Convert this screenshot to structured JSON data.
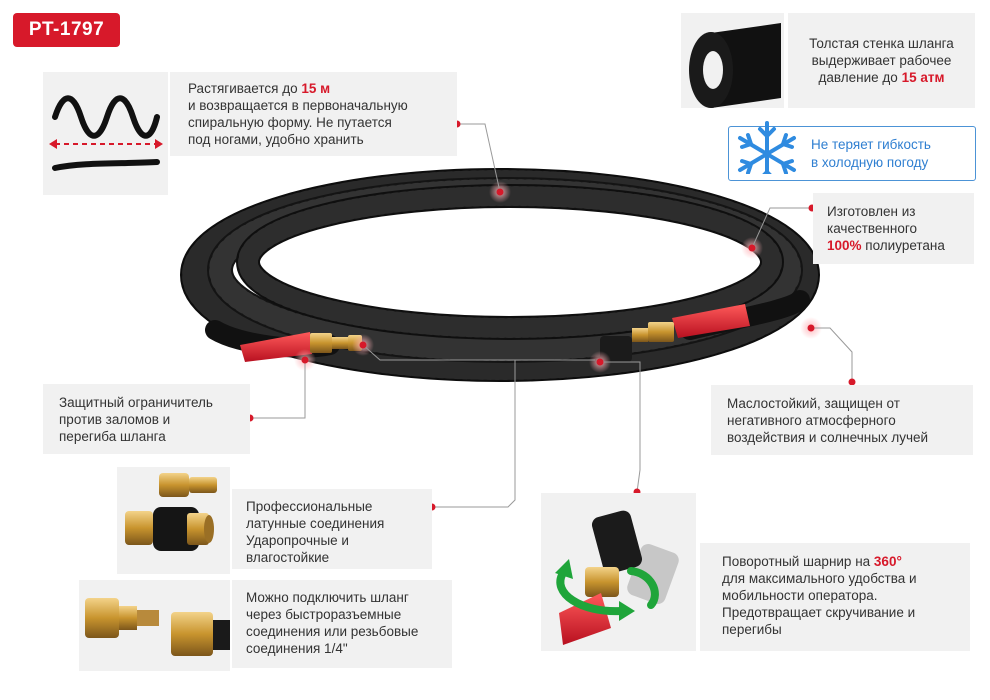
{
  "badge": {
    "label": "PT-1797"
  },
  "stretch": {
    "line1_pre": "Растягивается до ",
    "line1_hl": "15 м",
    "line2": "и возвращается в первоначальную",
    "line3": "спиральную форму. Не путается",
    "line4": "под ногами, удобно хранить"
  },
  "wall": {
    "line1": "Толстая стенка шланга",
    "line2": "выдерживает рабочее",
    "line3_pre": "давление до ",
    "line3_hl": "15 атм"
  },
  "cold": {
    "line1": "Не теряет гибкость",
    "line2": "в холодную погоду"
  },
  "material": {
    "line1": "Изготовлен из",
    "line2": "качественного",
    "line3_hl": "100%",
    "line3_post": " полиуретана"
  },
  "oil": {
    "line1": "Маслостойкий, защищен от",
    "line2": "негативного атмосферного",
    "line3": "воздействия и солнечных лучей"
  },
  "guard": {
    "line1": "Защитный ограничитель",
    "line2": "против заломов и",
    "line3": "перегиба шланга"
  },
  "brass": {
    "line1": "Профессиональные",
    "line2": "латунные соединения",
    "line3": "Ударопрочные и",
    "line4": "влагостойкие"
  },
  "connect": {
    "line1": "Можно подключить шланг",
    "line2": "через быстроразъемные",
    "line3": "соединения или резьбовые",
    "line4": "соединения 1/4\""
  },
  "swivel": {
    "line1_pre": "Поворотный шарнир на ",
    "line1_hl": "360°",
    "line2": "для максимального удобства и",
    "line3": "мобильности оператора.",
    "line4": "Предотвращает скручивание и",
    "line5": "перегибы"
  },
  "colors": {
    "accent": "#d7192a",
    "frost": "#2f7fd1",
    "card": "#f1f1f1"
  },
  "icons": [
    "snowflake-icon",
    "spring-stretch-icon",
    "hose-section-icon",
    "swivel-arrow-icon"
  ]
}
